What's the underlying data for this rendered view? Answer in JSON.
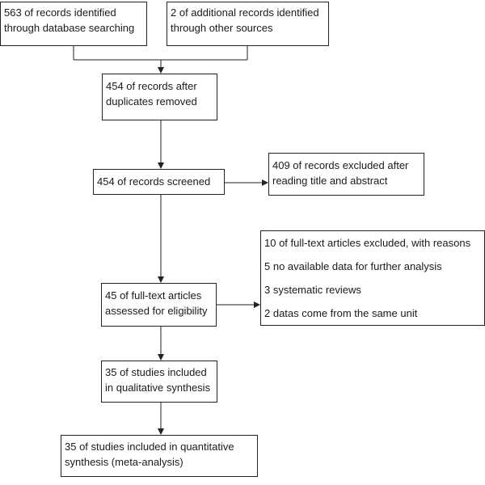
{
  "flow": {
    "identification": {
      "database": [
        "563 of records identified",
        "through database searching"
      ],
      "other": [
        "2 of additional records identified",
        "through other sources"
      ]
    },
    "duplicates_removed": [
      "454 of records after",
      "duplicates removed"
    ],
    "screened": [
      "454 of records screened"
    ],
    "excluded": [
      "409 of records excluded after",
      "reading title and abstract"
    ],
    "full_text": [
      "45 of full-text articles",
      "assessed for eligibility"
    ],
    "full_text_excluded": [
      "10 of full-text articles excluded, with reasons",
      "5 no available data for further analysis",
      "3 systematic reviews",
      "2 datas come from the same unit"
    ],
    "qualitative": [
      "35 of studies included",
      "in qualitative synthesis"
    ],
    "quantitative": [
      "35 of studies included in quantitative",
      "synthesis (meta-analysis)"
    ]
  },
  "colors": {
    "line": "#222222",
    "text": "#1a1a1a",
    "background": "#ffffff"
  }
}
